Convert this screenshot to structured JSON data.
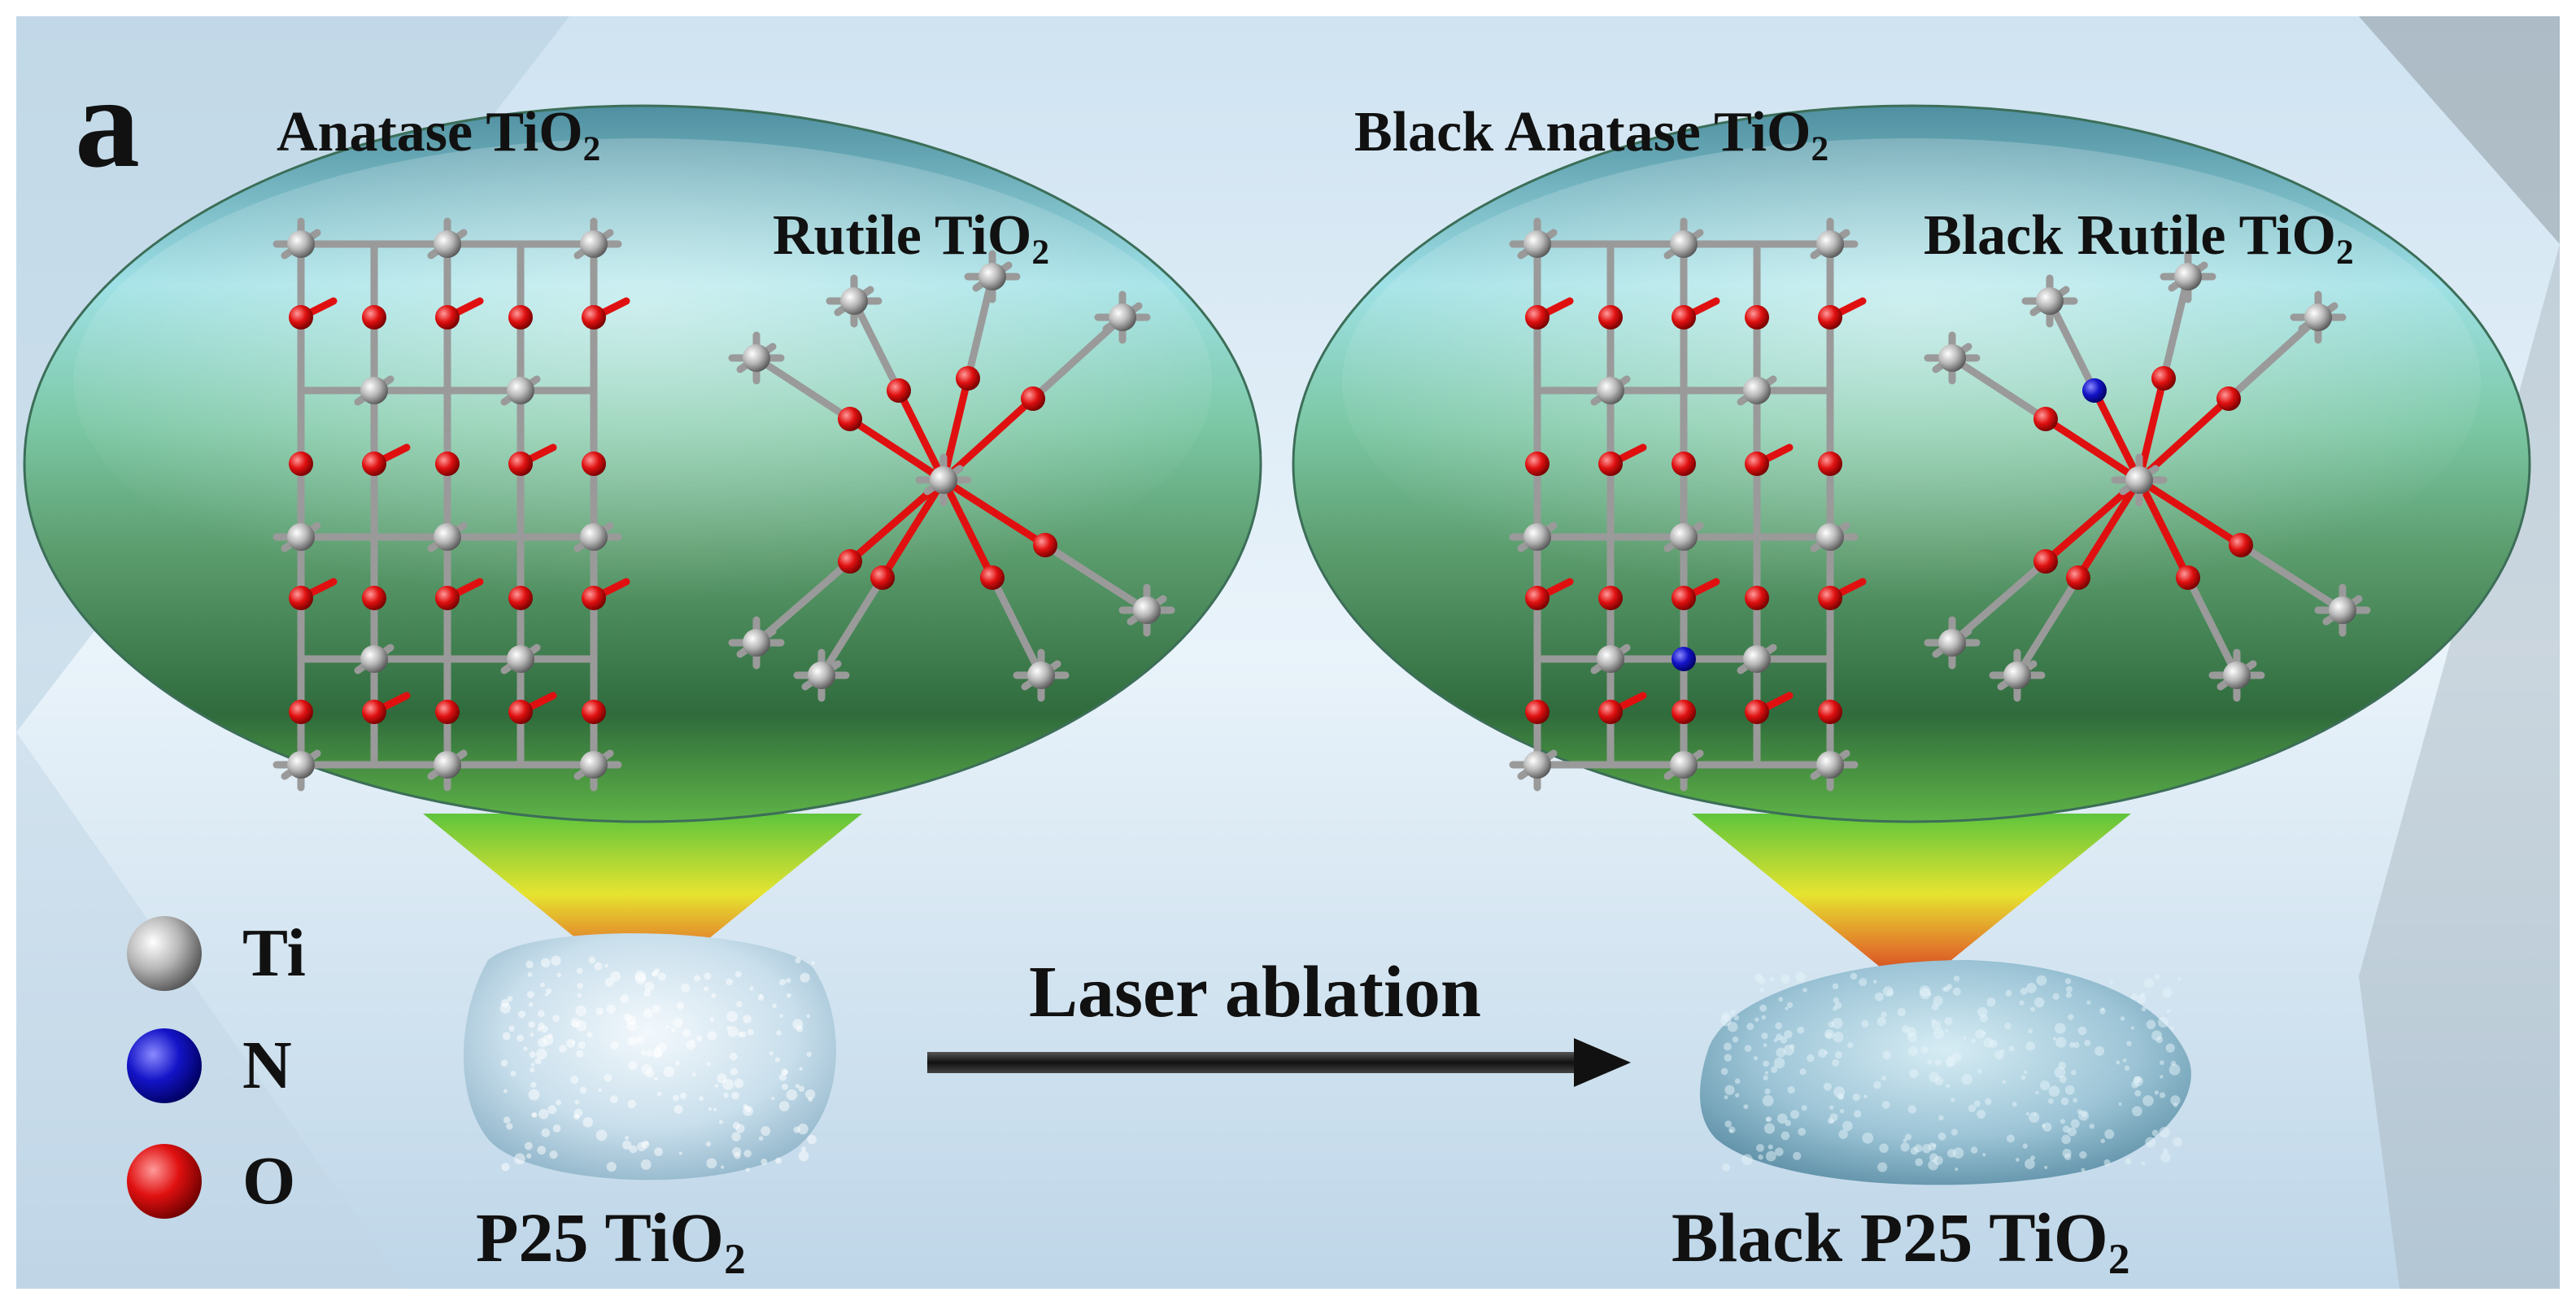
{
  "panel_label": "a",
  "left": {
    "phase_a": {
      "name": "Anatase TiO",
      "sub": "2"
    },
    "phase_b": {
      "name": "Rutile TiO",
      "sub": "2"
    },
    "powder": {
      "name": "P25 TiO",
      "sub": "2"
    }
  },
  "right": {
    "phase_a": {
      "name": "Black Anatase TiO",
      "sub": "2"
    },
    "phase_b": {
      "name": "Black Rutile TiO",
      "sub": "2"
    },
    "powder": {
      "name": "Black P25 TiO",
      "sub": "2"
    }
  },
  "process": {
    "label": "Laser ablation"
  },
  "legend": [
    {
      "symbol": "Ti",
      "color": "#b8b8b8"
    },
    {
      "symbol": "N",
      "color": "#1414c8"
    },
    {
      "symbol": "O",
      "color": "#e01010"
    }
  ],
  "colors": {
    "ti_atom": "#b8b8b8",
    "o_atom": "#e01010",
    "n_atom": "#1414c8",
    "bond": "#9a9a9a",
    "powder_white": "#c9dfec",
    "powder_black_label": "#9cc4d6",
    "arrow": "#1a1a1a"
  }
}
